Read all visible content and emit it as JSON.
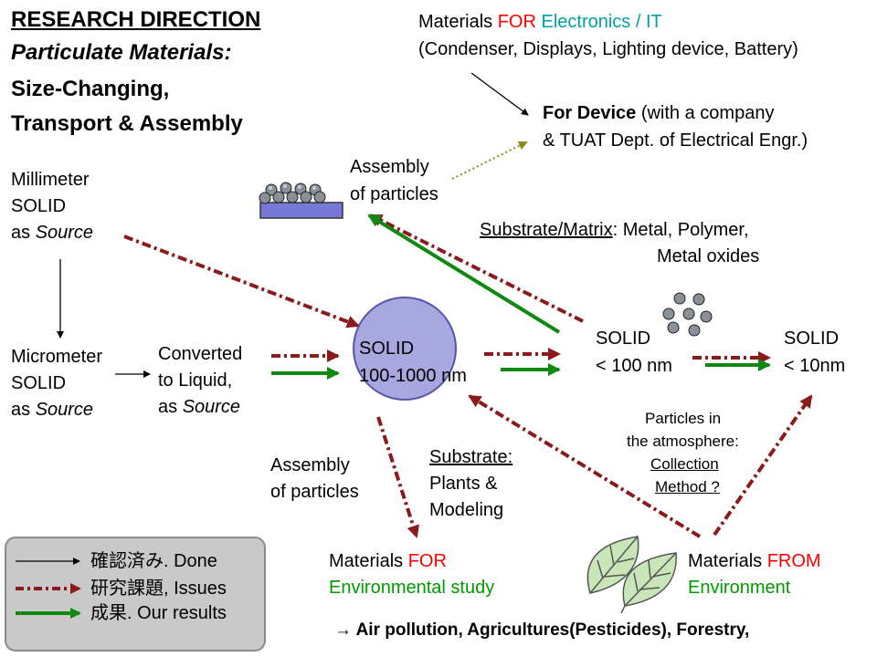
{
  "title": {
    "line1": "RESEARCH  DIRECTION",
    "line2": "Particulate Materials:",
    "line3": "Size-Changing,",
    "line4": "Transport & Assembly"
  },
  "electronics": {
    "line1_a": "Materials ",
    "line1_for": "FOR",
    "line1_c": " Electronics / IT",
    "line2": "(Condenser, Displays, Lighting device, Battery)"
  },
  "device": {
    "bold": "For Device",
    "rest": " (with a company",
    "line2": " & TUAT Dept. of Electrical Engr.)"
  },
  "assembly_top": {
    "line1": "Assembly",
    "line2": "of particles"
  },
  "millimeter": {
    "line1": "Millimeter",
    "line2": "SOLID",
    "line3_a": "as ",
    "line3_b": "Source"
  },
  "substrate_matrix": {
    "label": "Substrate/Matrix",
    "rest": ": Metal, Polymer,",
    "line2": "Metal oxides"
  },
  "micrometer": {
    "line1": "Micrometer",
    "line2": "SOLID",
    "line3_a": "as ",
    "line3_b": "Source"
  },
  "converted": {
    "line1": "Converted",
    "line2": "to Liquid,",
    "line3_a": "as ",
    "line3_b": "Source"
  },
  "solid_mid": {
    "line1": "SOLID",
    "line2": "100-1000  nm"
  },
  "solid_100": {
    "line1": "SOLID",
    "line2": "< 100 nm"
  },
  "solid_10": {
    "line1": "SOLID",
    "line2": "< 10nm"
  },
  "atmosphere": {
    "line1": "Particles in",
    "line2": "the atmosphere:",
    "line3": "Collection ",
    "line4": "Method ? "
  },
  "assembly_bottom": {
    "line1": "Assembly",
    "line2": "of particles"
  },
  "substrate_plants": {
    "line1": "Substrate:",
    "line2": "Plants &",
    "line3": "Modeling"
  },
  "env_for": {
    "line1_a": "Materials ",
    "line1_b": "FOR",
    "line2": "Environmental study"
  },
  "env_from": {
    "line1_a": "Materials ",
    "line1_b": "FROM",
    "line2": "Environment"
  },
  "bottom_line": "→ Air pollution, Agricultures(Pesticides), Forestry,",
  "legend": {
    "done": "確認済み. Done",
    "issues": "研究課題, Issues",
    "results": "成果. Our results"
  },
  "colors": {
    "issue_arrow": "#8b1a1a",
    "result_arrow": "#118811",
    "done_arrow": "#000000",
    "dotted_arrow": "#8a8a1a",
    "circle_fill": "#a8a8e0",
    "particle": "#8a9098",
    "leaf": "#c9e6b8"
  }
}
